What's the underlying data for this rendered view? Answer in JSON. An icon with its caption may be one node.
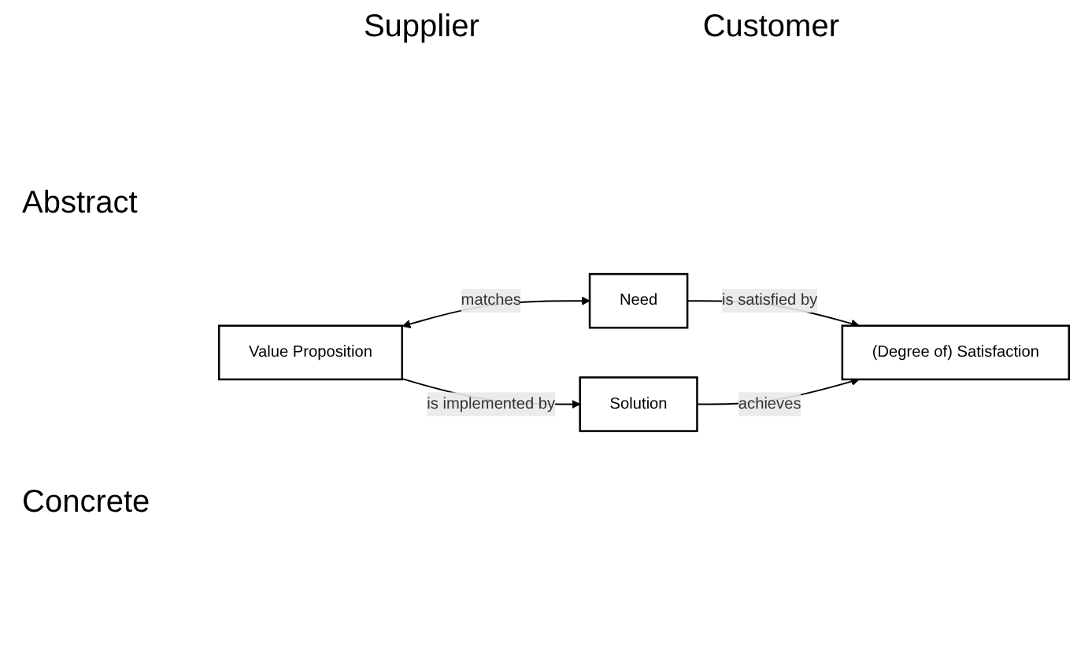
{
  "diagram": {
    "nodes": [
      {
        "text": [
          "Value Proposition"
        ]
      },
      {
        "text": [
          "Need"
        ]
      },
      {
        "text": [
          "Solution"
        ]
      },
      {
        "text": [
          "(Degree of) Satisfaction"
        ]
      }
    ],
    "edges": [
      {
        "from": 0,
        "to": 1,
        "arrow": "both",
        "label": "matches"
      },
      {
        "from": 0,
        "to": 2,
        "arrow": "to",
        "label": "is implemented by"
      },
      {
        "from": 1,
        "to": 3,
        "arrow": "to",
        "label": "is satisfied by"
      },
      {
        "from": 2,
        "to": 3,
        "arrow": "to",
        "label": "achieves"
      }
    ],
    "labels": [
      "Supplier",
      "Customer",
      "Abstract",
      "Concrete"
    ]
  }
}
